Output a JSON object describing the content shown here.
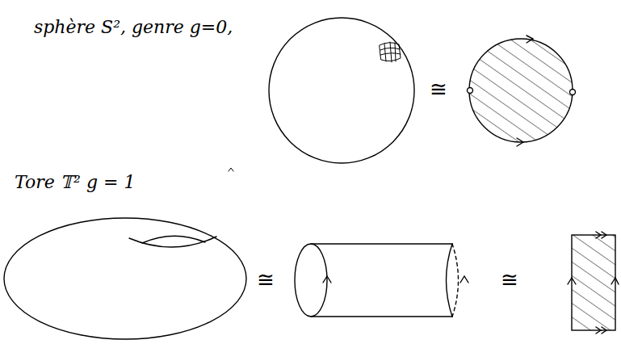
{
  "diagram": {
    "labels": [
      "sphère S², genre g=0,",
      "≅",
      "Tore 𝕋² g = 1",
      "≅",
      "≅"
    ]
  }
}
